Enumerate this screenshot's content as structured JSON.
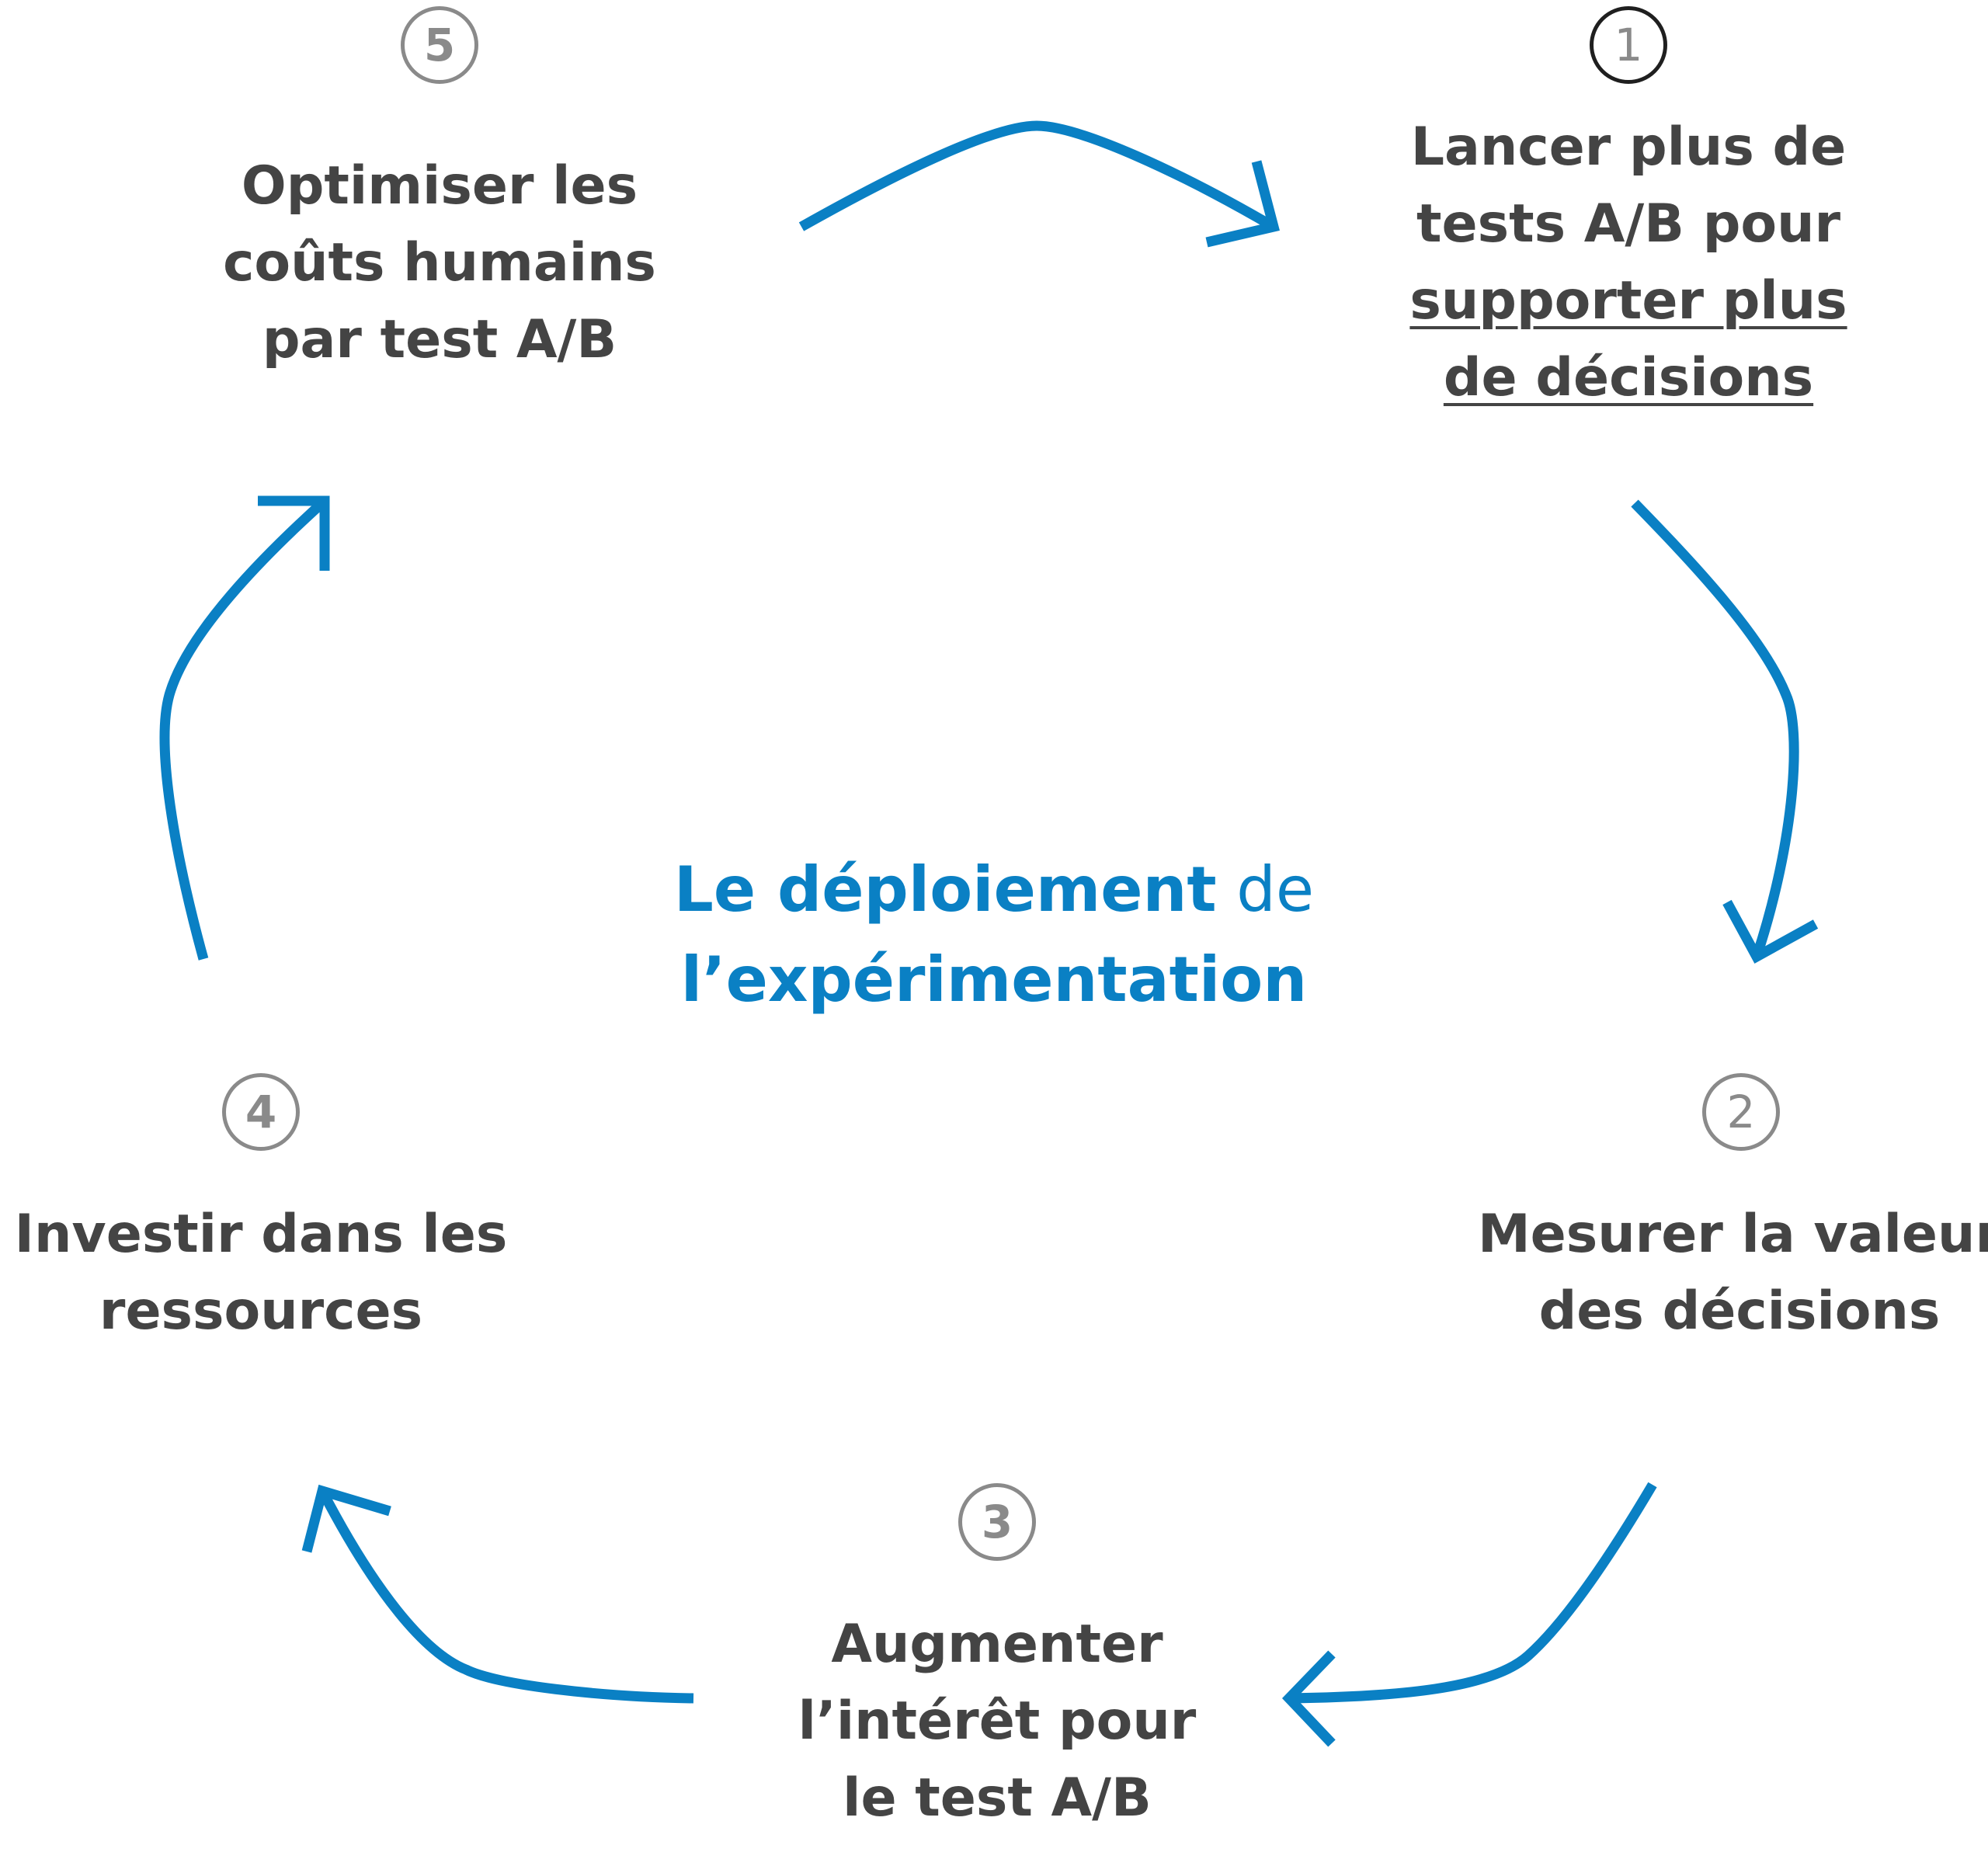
{
  "title": {
    "strong_1": "Le déploiement",
    "light": "de",
    "strong_2": "l’expérimentation"
  },
  "colors": {
    "arrow": "#0a80c4",
    "text": "#444444",
    "number_ring": "#8a8a8a",
    "active_ring": "#1f1f1f"
  },
  "steps": [
    {
      "number": "1",
      "lines": [
        "Lancer plus de",
        "tests A/B pour"
      ],
      "underlined_lines": [
        "supporter plus",
        "de décisions"
      ]
    },
    {
      "number": "2",
      "lines": [
        "Mesurer la valeur",
        "des décisions"
      ]
    },
    {
      "number": "3",
      "lines": [
        "Augmenter",
        "l’intérêt pour",
        "le test A/B"
      ]
    },
    {
      "number": "4",
      "lines": [
        "Investir dans les",
        "ressources"
      ]
    },
    {
      "number": "5",
      "lines": [
        "Optimiser les",
        "coûts humains",
        "par test A/B"
      ]
    }
  ]
}
